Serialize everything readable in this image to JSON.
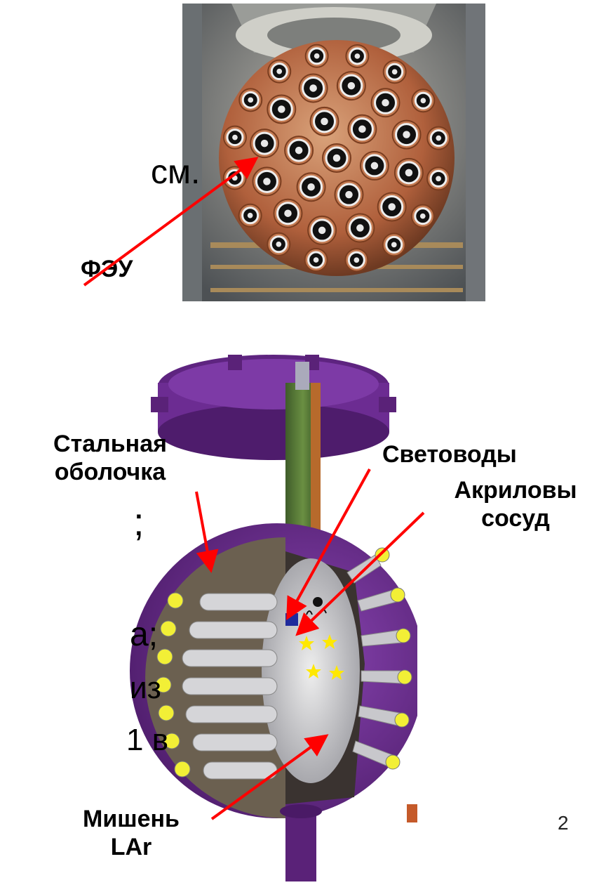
{
  "slide": {
    "page_number": "2",
    "clipped_text": {
      "line1": "см.",
      "line2": ";",
      "line3": "а;",
      "line4": "из",
      "line5": "1 в"
    },
    "labels": {
      "pmt": "ФЭУ",
      "steel_shell_1": "Стальная",
      "steel_shell_2": "оболочка",
      "light_guides": "Световоды",
      "acrylic_1": "Акриловы",
      "acrylic_2": "сосуд",
      "target_1": "Мишень",
      "target_2": "LAr"
    },
    "colors": {
      "arrow": "#ff0000",
      "vessel_purple": "#6b2a8f",
      "pmt_copper": "#c0714a"
    }
  }
}
